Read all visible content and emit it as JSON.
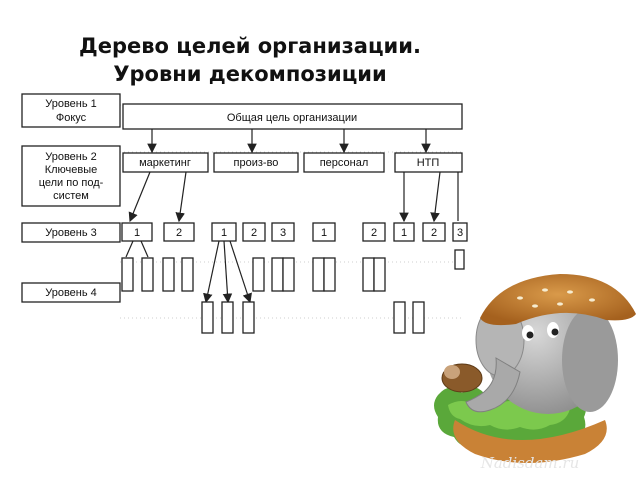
{
  "title": {
    "line1": "Дерево целей организации.",
    "line2": "Уровни декомпозиции"
  },
  "levels": {
    "l1": [
      "Уровень 1",
      "Фокус"
    ],
    "l2": [
      "Уровень 2",
      "Ключевые",
      "цели по под-",
      "систем"
    ],
    "l3": [
      "Уровень 3"
    ],
    "l4": [
      "Уровень 4"
    ]
  },
  "root": "Общая цель организации",
  "subsystems": [
    "маркетинг",
    "произ-во",
    "персонал",
    "НТП"
  ],
  "level3_nodes": [
    "1",
    "2",
    "1",
    "2",
    "3",
    "1",
    "2",
    "1",
    "2",
    "3"
  ],
  "watermark": "Nadisdam.ru"
}
